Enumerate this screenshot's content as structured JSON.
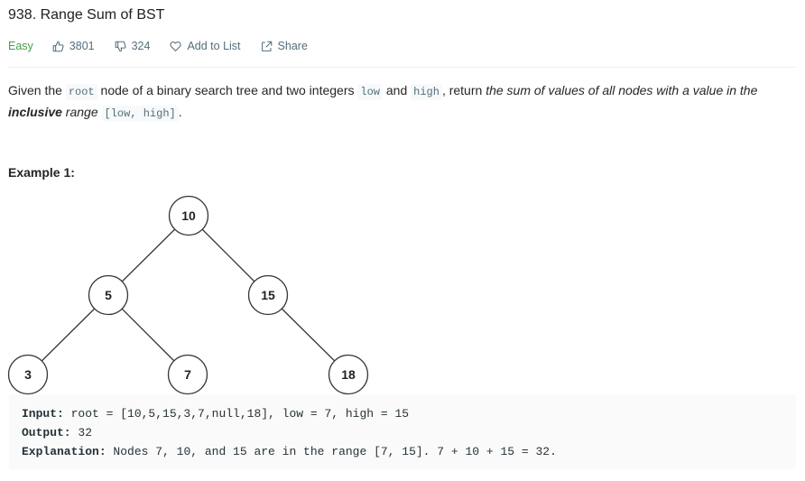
{
  "problem": {
    "title": "938. Range Sum of BST",
    "difficulty": "Easy",
    "likes": "3801",
    "dislikes": "324",
    "add_to_list": "Add to List",
    "share": "Share"
  },
  "description": {
    "p1": "Given the ",
    "code_root": "root",
    "p2": " node of a binary search tree and two integers ",
    "code_low": "low",
    "p3": " and ",
    "code_high": "high",
    "p4": ", return ",
    "italic1": "the sum of values of all nodes with a value in the ",
    "bold_italic": "inclusive",
    "italic2": " range ",
    "code_range": "[low, high]",
    "p5": "."
  },
  "example": {
    "title": "Example 1:",
    "tree_nodes": [
      "10",
      "5",
      "15",
      "3",
      "7",
      "18"
    ],
    "input_label": "Input:",
    "input_value": " root = [10,5,15,3,7,null,18], low = 7, high = 15",
    "output_label": "Output:",
    "output_value": " 32",
    "explanation_label": "Explanation:",
    "explanation_value": " Nodes 7, 10, and 15 are in the range [7, 15]. 7 + 10 + 15 = 32."
  },
  "colors": {
    "easy": "#43a047",
    "meta_text": "#546e7a",
    "code_bg": "#fafafa"
  }
}
